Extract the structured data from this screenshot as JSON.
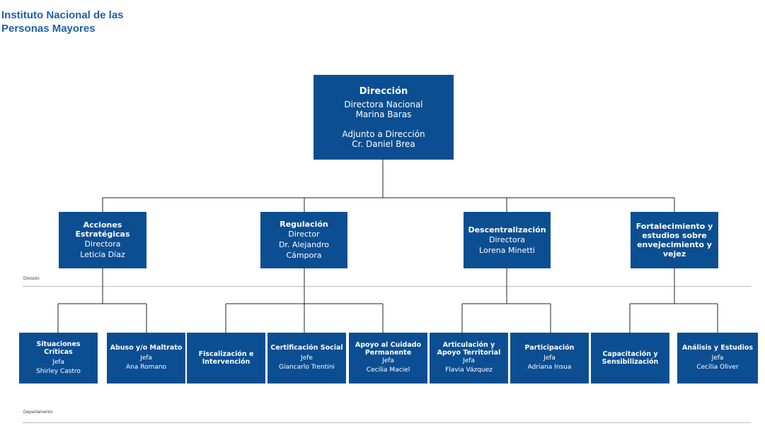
{
  "org": {
    "name_line1": "Instituto Nacional de las",
    "name_line2": "Personas Mayores"
  },
  "top": {
    "name": "Dirección",
    "role1": "Directora Nacional",
    "person1": "Marina Baras",
    "role2": "Adjunto a Dirección",
    "person2": "Cr. Daniel Brea"
  },
  "divisions": [
    {
      "name": "Acciones Estratégicas",
      "role": "Directora",
      "person": "Leticia Díaz"
    },
    {
      "name": "Regulación",
      "role": "Director",
      "person": "Dr. Alejandro Cámpora"
    },
    {
      "name": "Descentralización",
      "role": "Directora",
      "person": "Lorena Minetti"
    },
    {
      "name": "Fortalecimiento y estudios sobre envejecimiento y vejez",
      "role": "",
      "person": ""
    }
  ],
  "departments": [
    {
      "name": "Situaciones Críticas",
      "role": "Jefa",
      "person": "Shirley Castro"
    },
    {
      "name": "Abuso y/o Maltrato",
      "role": "Jefa",
      "person": "Ana Romano"
    },
    {
      "name": "Fiscalización e Intervención",
      "role": "",
      "person": ""
    },
    {
      "name": "Certificación Social",
      "role": "Jefe",
      "person": "Giancarlo Trentini"
    },
    {
      "name": "Apoyo al Cuidado Permanente",
      "role": "Jefa",
      "person": "Cecilia Maciel"
    },
    {
      "name": "Articulación y Apoyo Territorial",
      "role": "Jefa",
      "person": "Flavia Vázquez"
    },
    {
      "name": "Participación",
      "role": "Jefa",
      "person": "Adriana Insua"
    },
    {
      "name": "Capacitación y Sensibilización",
      "role": "",
      "person": ""
    },
    {
      "name": "Análisis y Estudios",
      "role": "Jefa",
      "person": "Cecilia Oliver"
    }
  ],
  "level_labels": {
    "division": "División",
    "department": "Departamento"
  },
  "colors": {
    "box_fill": "#0c4e92",
    "title_text": "#1f5fa8",
    "line": "#222222"
  }
}
